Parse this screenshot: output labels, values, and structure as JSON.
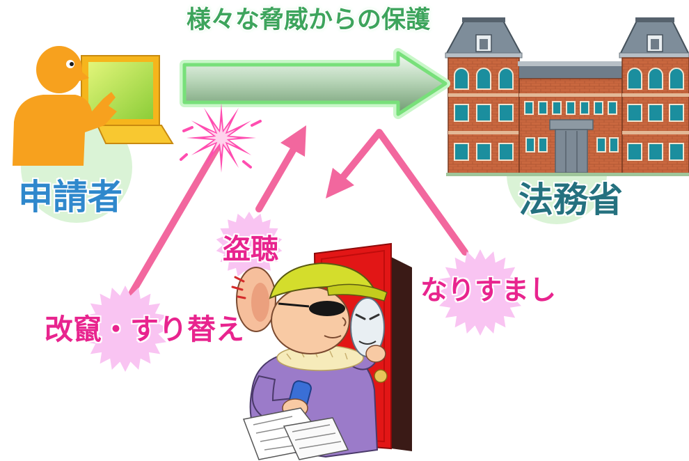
{
  "title": "様々な脅威からの保護",
  "applicant": {
    "label": "申請者"
  },
  "ministry": {
    "label": "法務省"
  },
  "threats": {
    "eavesdropping": "盗聴",
    "tampering": "改竄・すり替え",
    "impersonation": "なりすまし"
  },
  "colors": {
    "title": "#3da45c",
    "applicant": "#2f88cc",
    "ministry": "#24717f",
    "threat-text": "#e8248e",
    "threat-arrow": "#f2679e",
    "burst": "#f9c4f2",
    "person": "#f7a11e",
    "brick": "#c9673f",
    "window": "#1b8e9e",
    "roof": "#7e8d9a",
    "halo": "#daf3d6"
  }
}
